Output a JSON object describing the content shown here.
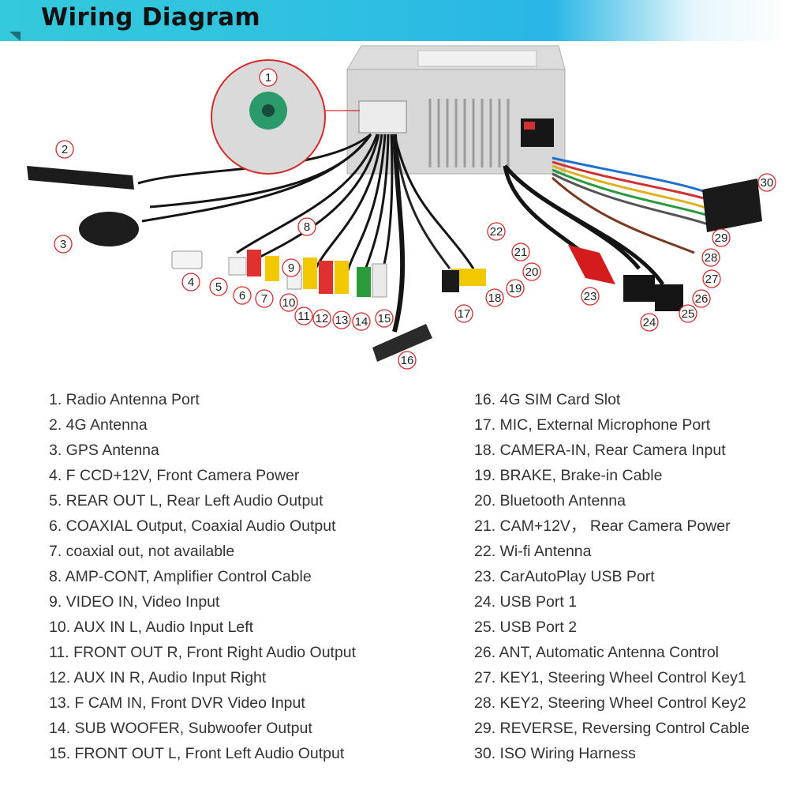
{
  "header": {
    "title": "Wiring Diagram",
    "accent_color": "#2fc1e0",
    "callout_color": "#d42a2a"
  },
  "callouts": [
    "1",
    "2",
    "3",
    "4",
    "5",
    "6",
    "7",
    "8",
    "9",
    "10",
    "11",
    "12",
    "13",
    "14",
    "15",
    "16",
    "17",
    "18",
    "19",
    "20",
    "21",
    "22",
    "23",
    "24",
    "25",
    "26",
    "27",
    "28",
    "29",
    "30"
  ],
  "legend": {
    "left": [
      "1. Radio Antenna Port",
      "2. 4G Antenna",
      "3. GPS Antenna",
      "4. F CCD+12V, Front Camera Power",
      "5. REAR OUT L, Rear Left Audio Output",
      "6. COAXIAL Output, Coaxial Audio Output",
      "7. coaxial out, not available",
      "8. AMP-CONT, Amplifier Control Cable",
      "9. VIDEO IN, Video Input",
      "10. AUX IN L, Audio Input Left",
      "11. FRONT OUT R, Front Right Audio Output",
      "12. AUX IN R, Audio Input Right",
      "13. F CAM IN, Front DVR Video Input",
      "14. SUB WOOFER, Subwoofer Output",
      "15. FRONT OUT L, Front Left Audio Output"
    ],
    "right": [
      "16. 4G SIM Card Slot",
      "17. MIC, External Microphone Port",
      "18. CAMERA-IN, Rear Camera Input",
      "19. BRAKE, Brake-in Cable",
      "20. Bluetooth Antenna",
      "21. CAM+12V， Rear Camera Power",
      "22. Wi-fi Antenna",
      "23. CarAutoPlay USB Port",
      "24. USB Port 1",
      "25. USB Port 2",
      "26. ANT, Automatic Antenna Control",
      "27. KEY1, Steering Wheel Control Key1",
      "28. KEY2, Steering Wheel Control Key2",
      "29. REVERSE, Reversing Control Cable",
      "30. ISO Wiring Harness"
    ]
  }
}
